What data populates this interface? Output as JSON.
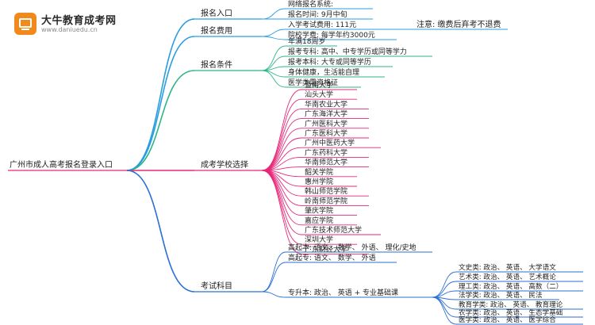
{
  "brand": {
    "title": "大牛教育成考网",
    "url": "www.daniuedu.cn"
  },
  "root": "广州市成人高考报名登录入口",
  "colors": {
    "entry": "#2a9de0",
    "fee": "#2a9de0",
    "cond": "#2ab58a",
    "school": "#e8287a",
    "subject": "#2a6fd6",
    "cat": "#2a6fd6"
  },
  "branches": {
    "entry": {
      "label": "报名入口",
      "items": [
        "网络报名系统:",
        "报名时间: 9月中旬"
      ]
    },
    "fee": {
      "label": "报名费用",
      "items": [
        "入学考试费用: 111元",
        "院校学费: 每学年约3000元"
      ],
      "note": "注意: 缴费后弃考不退费"
    },
    "cond": {
      "label": "报名条件",
      "items": [
        "年满18周岁",
        "报考专科: 高中、中专学历或同等学力",
        "报考本科: 大专或同等学历",
        "身体健康，生活能自理",
        "医学类需资格证"
      ]
    },
    "school": {
      "label": "成考学校选择",
      "items": [
        "暨南大学",
        "汕头大学",
        "华南农业大学",
        "广东海洋大学",
        "广州医科大学",
        "广东医科大学",
        "广州中医药大学",
        "广东药科大学",
        "华南师范大学",
        "韶关学院",
        "惠州学院",
        "韩山师范学院",
        "岭南师范学院",
        "肇庆学院",
        "嘉应学院",
        "广东技术师范大学",
        "深圳大学",
        "广东财经大学"
      ]
    },
    "subject": {
      "label": "考试科目",
      "items": [
        "高起本: 语文、 数学、 外语、 理化/史地",
        "高起专: 语文、 数学、 外语",
        "专升本: 政治、 英语 + 专业基础课"
      ],
      "categories": [
        "文史类: 政治、 英语、 大学语文",
        "艺术类: 政治、 英语、 艺术概论",
        "理工类: 政治、 英语、 高数（二）",
        "法学类: 政治、 英语、 民法",
        "教育学类: 政治、 英语、 教育理论",
        "农学类: 政治、 英语、 生态学基础",
        "医学类: 政治、 英语、 医学综合"
      ]
    }
  }
}
